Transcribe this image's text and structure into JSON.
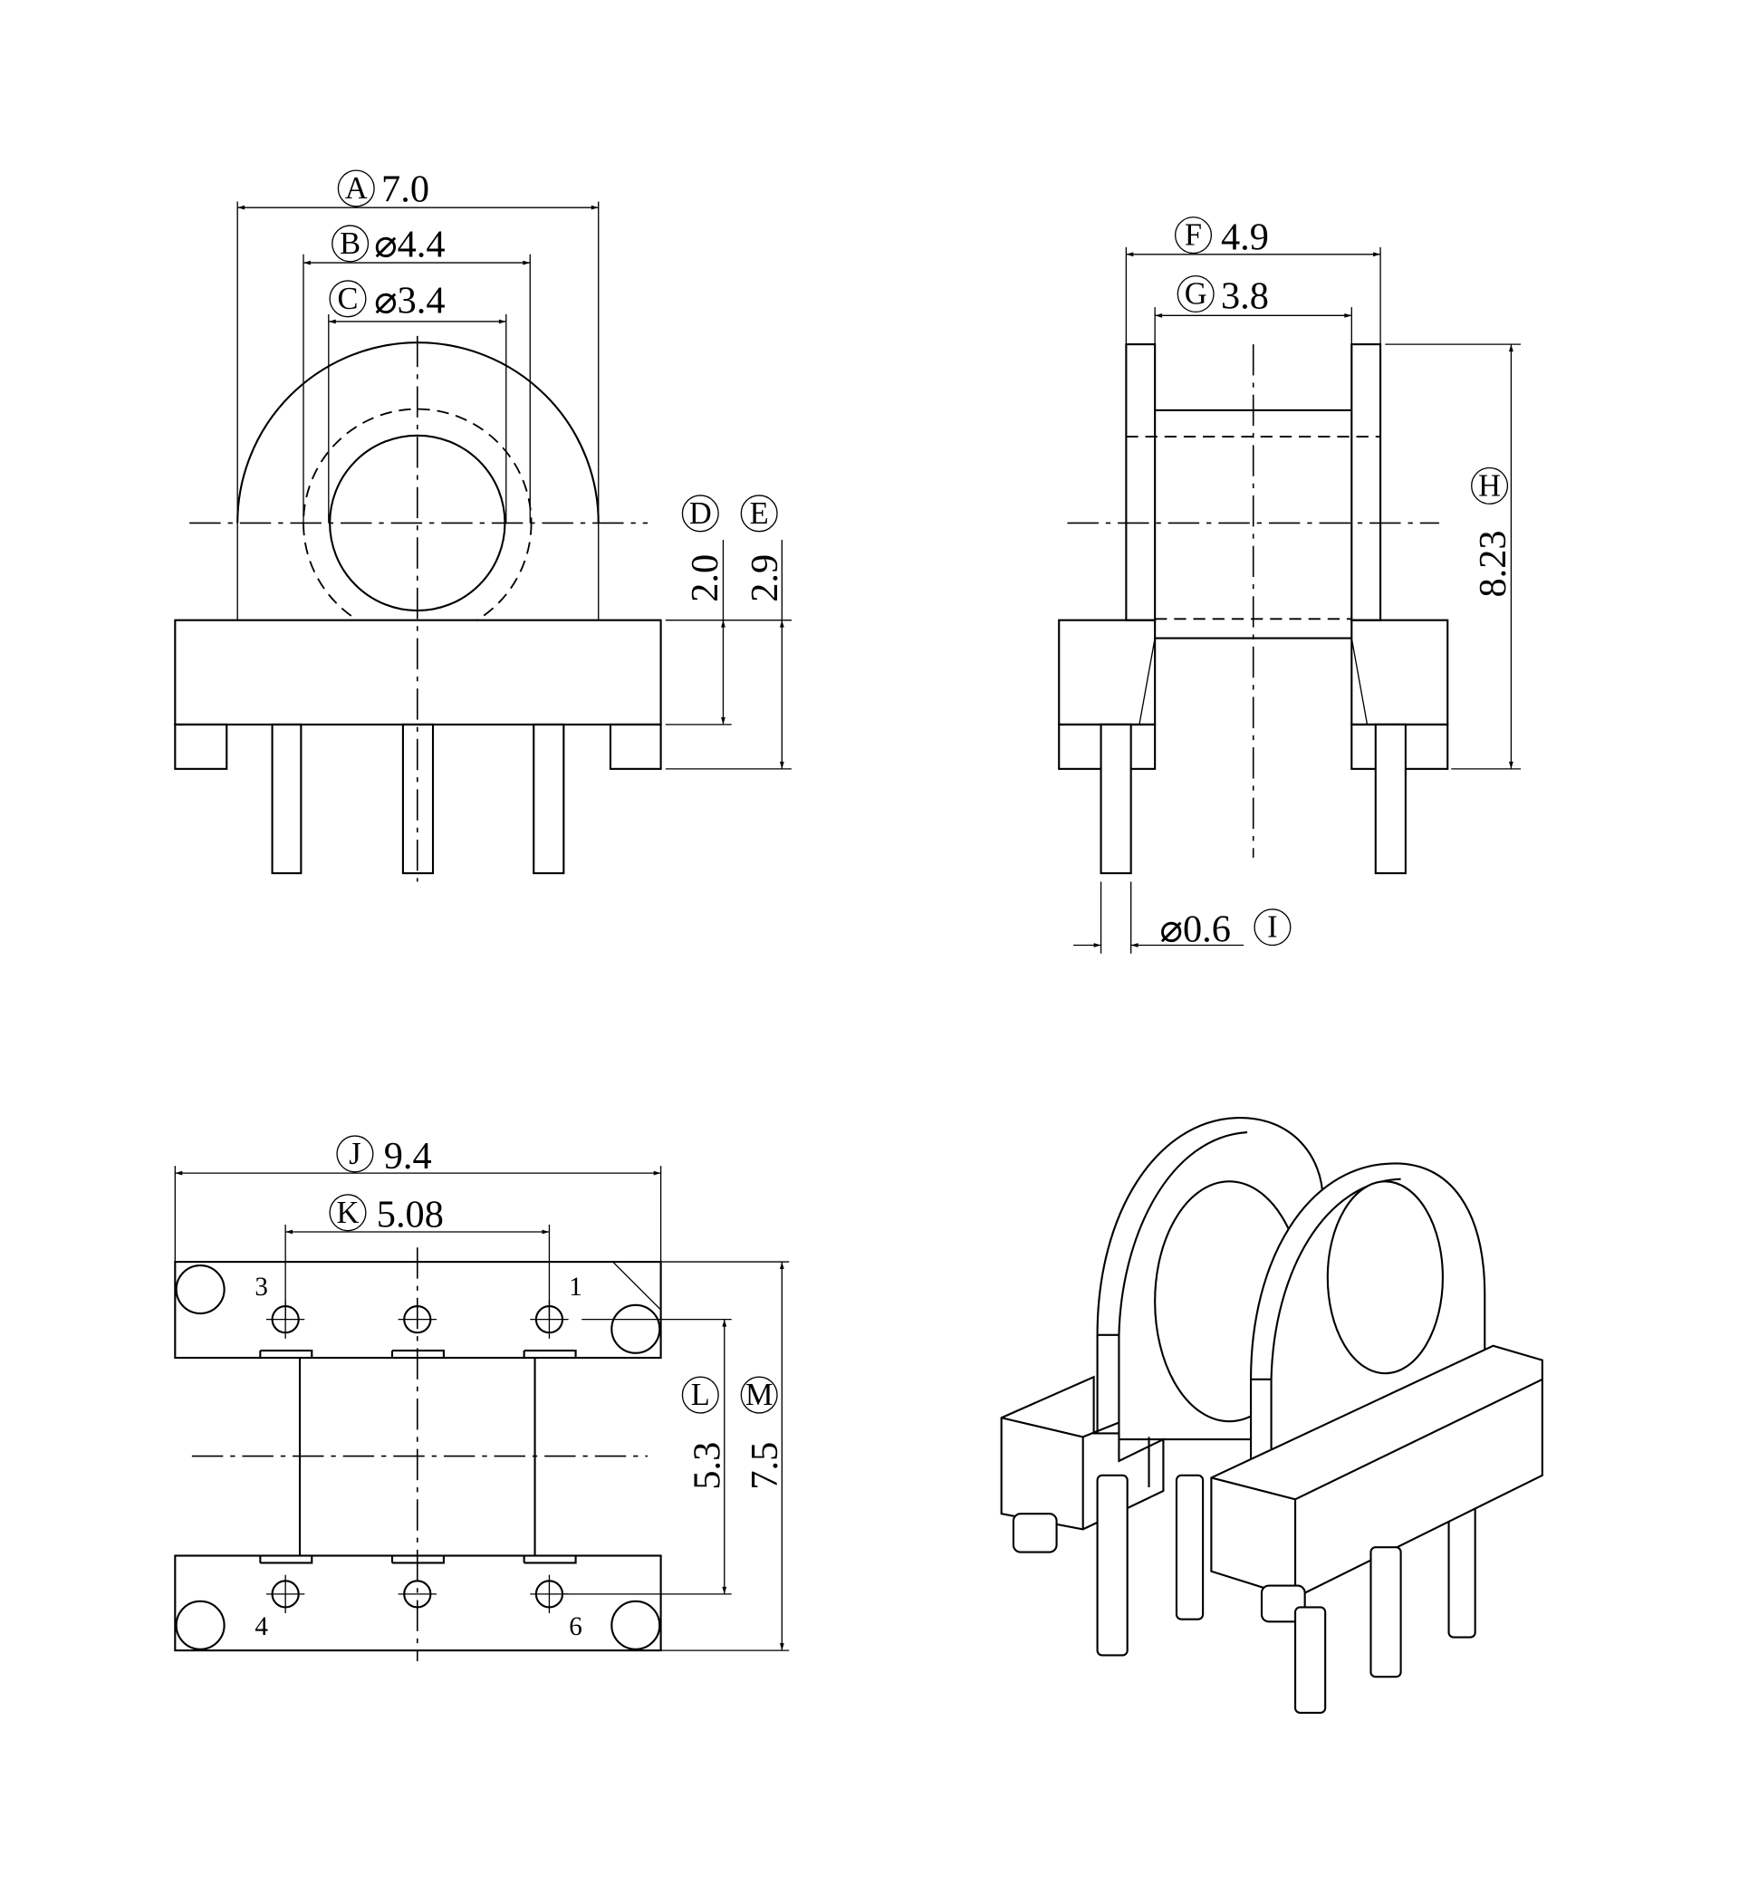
{
  "front_view": {
    "A": {
      "letter": "A",
      "value": "7.0"
    },
    "B": {
      "letter": "B",
      "value": "⌀4.4"
    },
    "C": {
      "letter": "C",
      "value": "⌀3.4"
    },
    "D": {
      "letter": "D",
      "value": "2.0"
    },
    "E": {
      "letter": "E",
      "value": "2.9"
    }
  },
  "side_view": {
    "F": {
      "letter": "F",
      "value": "4.9"
    },
    "G": {
      "letter": "G",
      "value": "3.8"
    },
    "H": {
      "letter": "H",
      "value": "8.23"
    },
    "I": {
      "letter": "I",
      "value": "⌀0.6"
    }
  },
  "bottom_view": {
    "J": {
      "letter": "J",
      "value": "9.4"
    },
    "K": {
      "letter": "K",
      "value": "5.08"
    },
    "L": {
      "letter": "L",
      "value": "5.3"
    },
    "M": {
      "letter": "M",
      "value": "7.5"
    },
    "pins": [
      "3",
      "1",
      "4",
      "6"
    ]
  }
}
